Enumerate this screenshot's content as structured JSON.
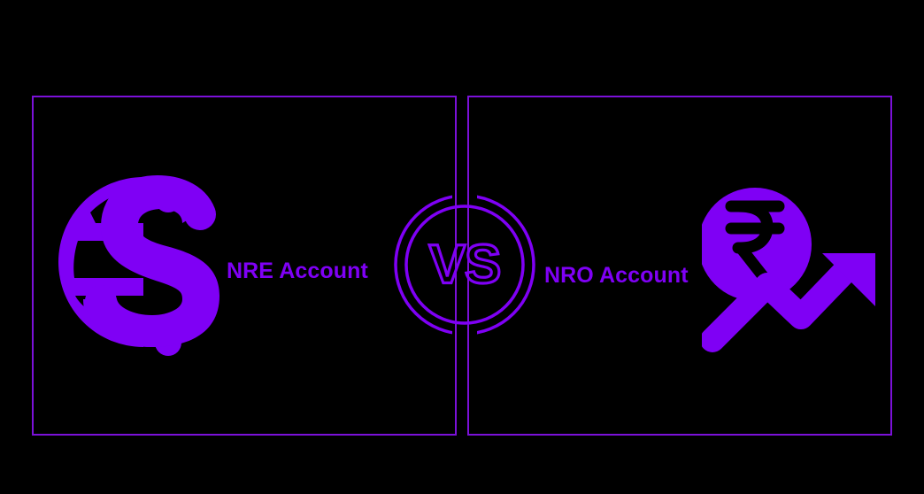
{
  "graphic": {
    "type": "comparison-infographic",
    "background_color": "#000000",
    "accent_color": "#7f00f5",
    "frame_color": "#7b11d8",
    "center_divider_label": "VS"
  },
  "left_panel": {
    "label": "NRE Account",
    "icon": "globe-dollar-icon"
  },
  "right_panel": {
    "label": "NRO Account",
    "icon": "rupee-growth-arrow-icon"
  }
}
